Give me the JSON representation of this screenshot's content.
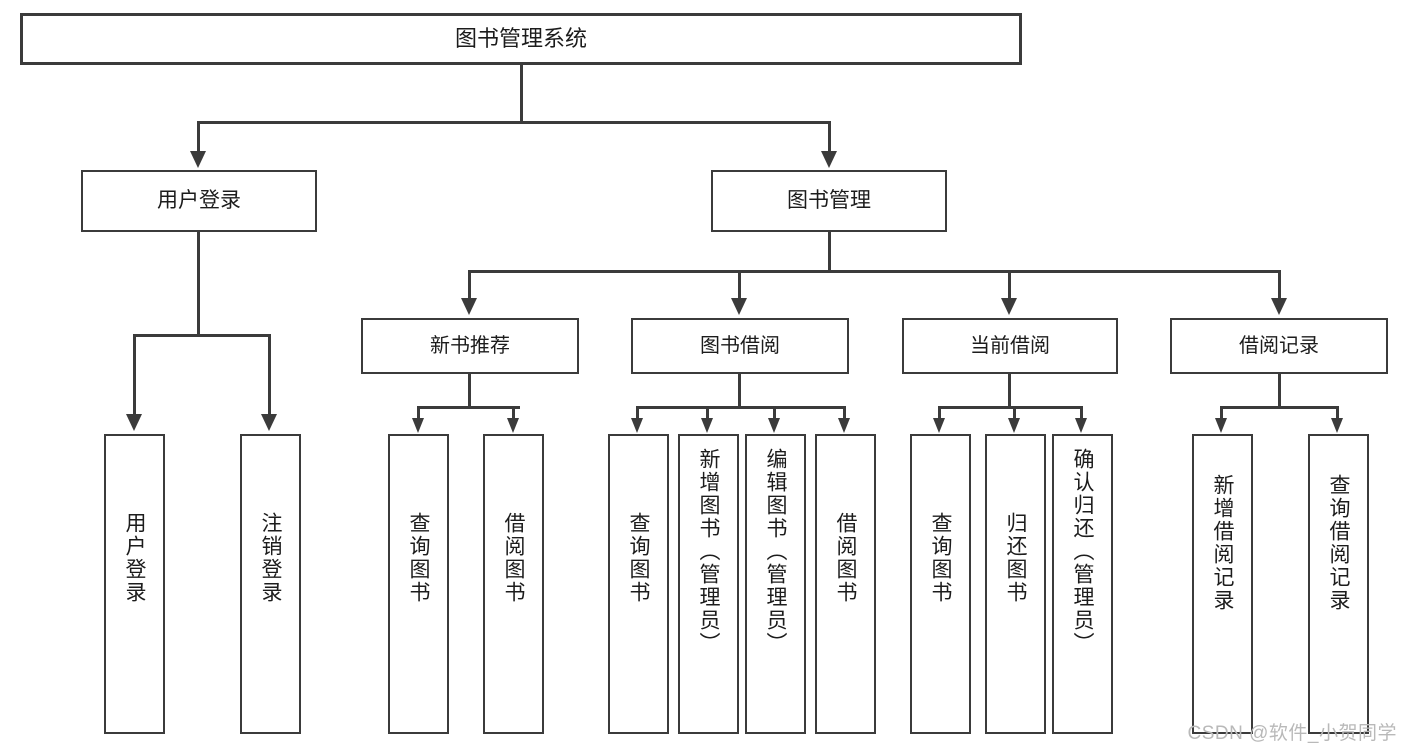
{
  "diagram": {
    "type": "tree",
    "title": "图书管理系统",
    "watermark": "CSDN @软件_小贺同学",
    "colors": {
      "stroke": "#3b3b3b",
      "fill": "#ffffff",
      "text": "#1c1c1c",
      "watermark": "#b9b9b9"
    },
    "root": {
      "label": "图书管理系统"
    },
    "level2": [
      {
        "label": "用户登录"
      },
      {
        "label": "图书管理"
      }
    ],
    "level3": [
      {
        "label": "新书推荐"
      },
      {
        "label": "图书借阅"
      },
      {
        "label": "当前借阅"
      },
      {
        "label": "借阅记录"
      }
    ],
    "leaves": [
      {
        "label": "用户登录",
        "parent": "用户登录"
      },
      {
        "label": "注销登录",
        "parent": "用户登录"
      },
      {
        "label": "查询图书",
        "parent": "新书推荐"
      },
      {
        "label": "借阅图书",
        "parent": "新书推荐"
      },
      {
        "label": "查询图书",
        "parent": "图书借阅"
      },
      {
        "label": "新增图书（管理员）",
        "parent": "图书借阅"
      },
      {
        "label": "编辑图书（管理员）",
        "parent": "图书借阅"
      },
      {
        "label": "借阅图书",
        "parent": "图书借阅"
      },
      {
        "label": "查询图书",
        "parent": "当前借阅"
      },
      {
        "label": "归还图书",
        "parent": "当前借阅"
      },
      {
        "label": "确认归还（管理员）",
        "parent": "当前借阅"
      },
      {
        "label": "新增借阅记录",
        "parent": "借阅记录"
      },
      {
        "label": "查询借阅记录",
        "parent": "借阅记录"
      }
    ]
  }
}
